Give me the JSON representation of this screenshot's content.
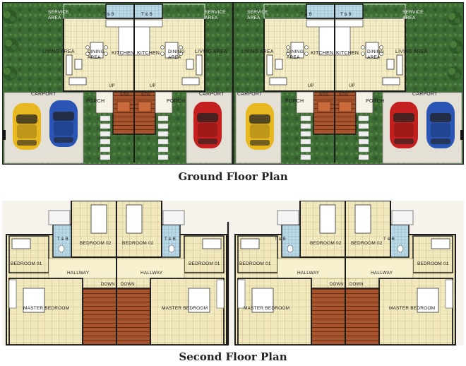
{
  "captions": {
    "ground": "Ground Floor Plan",
    "second": "Second Floor Plan"
  },
  "ground_floor": {
    "service_area": "SERVICE AREA",
    "tb": "T & B",
    "living_area": "LIVING AREA",
    "dining_area": "DINING AREA",
    "kitchen": "KITCHEN",
    "up": "UP",
    "porch": "PORCH",
    "stg": "STG",
    "carport": "CARPORT"
  },
  "second_floor": {
    "tb": "T & B",
    "bedroom_01": "BEDROOM 01",
    "bedroom_02": "BEDROOM 02",
    "hallway": "HALLWAY",
    "down": "DOWN",
    "master_bedroom": "MASTER BEDROOM"
  },
  "colors": {
    "floor": "#f3ecc4",
    "grass": "#3d6b34",
    "wall": "#1c1c1c",
    "tile_grid": "#b9a878",
    "stairs": "#a5542e",
    "bath": "#b9d8e6",
    "car_yellow": "#e8b820",
    "car_blue": "#2a55b4",
    "car_red": "#c42020",
    "carport": "#e4e0d6"
  }
}
